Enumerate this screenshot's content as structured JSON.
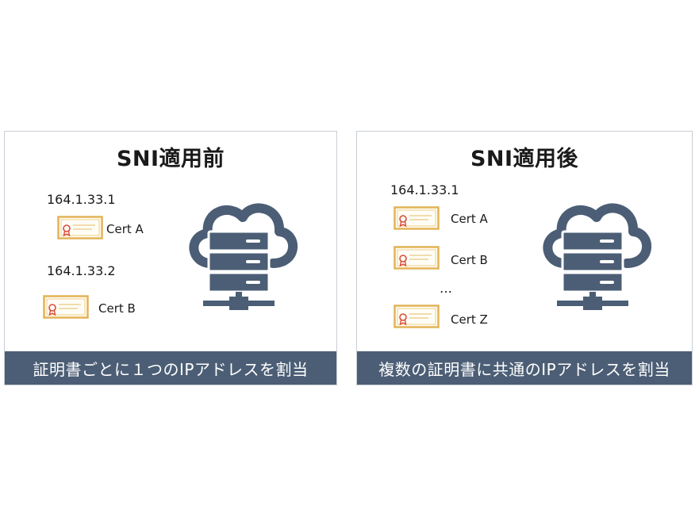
{
  "left_panel": {
    "title": "SNI適用前",
    "ip_1": "164.1.33.1",
    "ip_2": "164.1.33.2",
    "cert_a": "Cert A",
    "cert_b": "Cert B",
    "footer": "証明書ごとに１つのIPアドレスを割当"
  },
  "right_panel": {
    "title": "SNI適用後",
    "ip_1": "164.1.33.1",
    "cert_a": "Cert A",
    "cert_b": "Cert B",
    "ellipsis": "…",
    "cert_z": "Cert Z",
    "footer": "複数の証明書に共通のIPアドレスを割当"
  },
  "colors": {
    "server": "#4b5e75",
    "cert_border": "#e3b357",
    "cert_seal": "#d94b3a",
    "footer_bg": "#4b5e75"
  },
  "icons": [
    "cloud-server-icon",
    "certificate-icon"
  ]
}
